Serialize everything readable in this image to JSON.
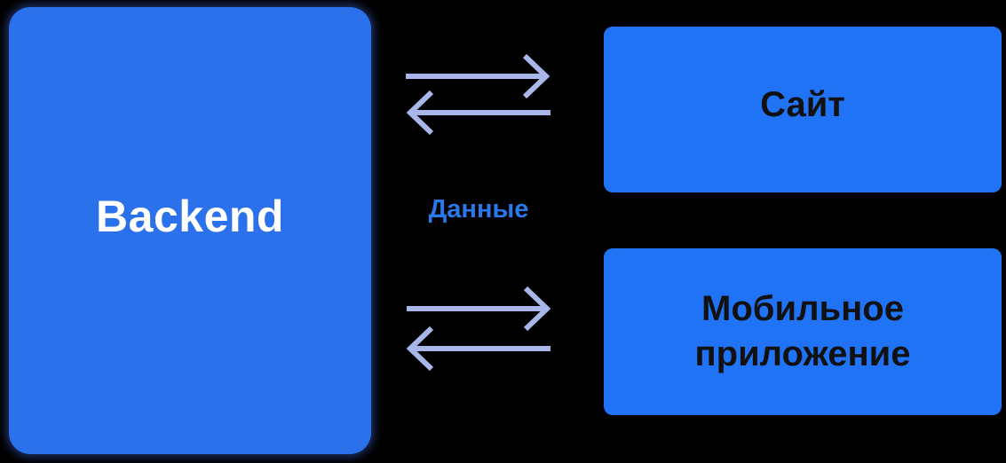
{
  "canvas": {
    "background": "#000000"
  },
  "blocks": {
    "backend": {
      "label": "Backend",
      "background": "#2B71EC",
      "text_color": "#FFFFFF"
    },
    "site": {
      "label": "Сайт",
      "background": "#2173F6",
      "text_color": "#111111"
    },
    "mobile": {
      "label": "Мобильное приложение",
      "background": "#2173F6",
      "text_color": "#111111"
    }
  },
  "connections": {
    "data_label": {
      "text": "Данные",
      "color": "#2B78EB"
    },
    "arrows": {
      "color": "#A8B6E9",
      "items": [
        {
          "group": "top",
          "direction": "right"
        },
        {
          "group": "top",
          "direction": "left"
        },
        {
          "group": "bottom",
          "direction": "right"
        },
        {
          "group": "bottom",
          "direction": "left"
        }
      ]
    }
  }
}
